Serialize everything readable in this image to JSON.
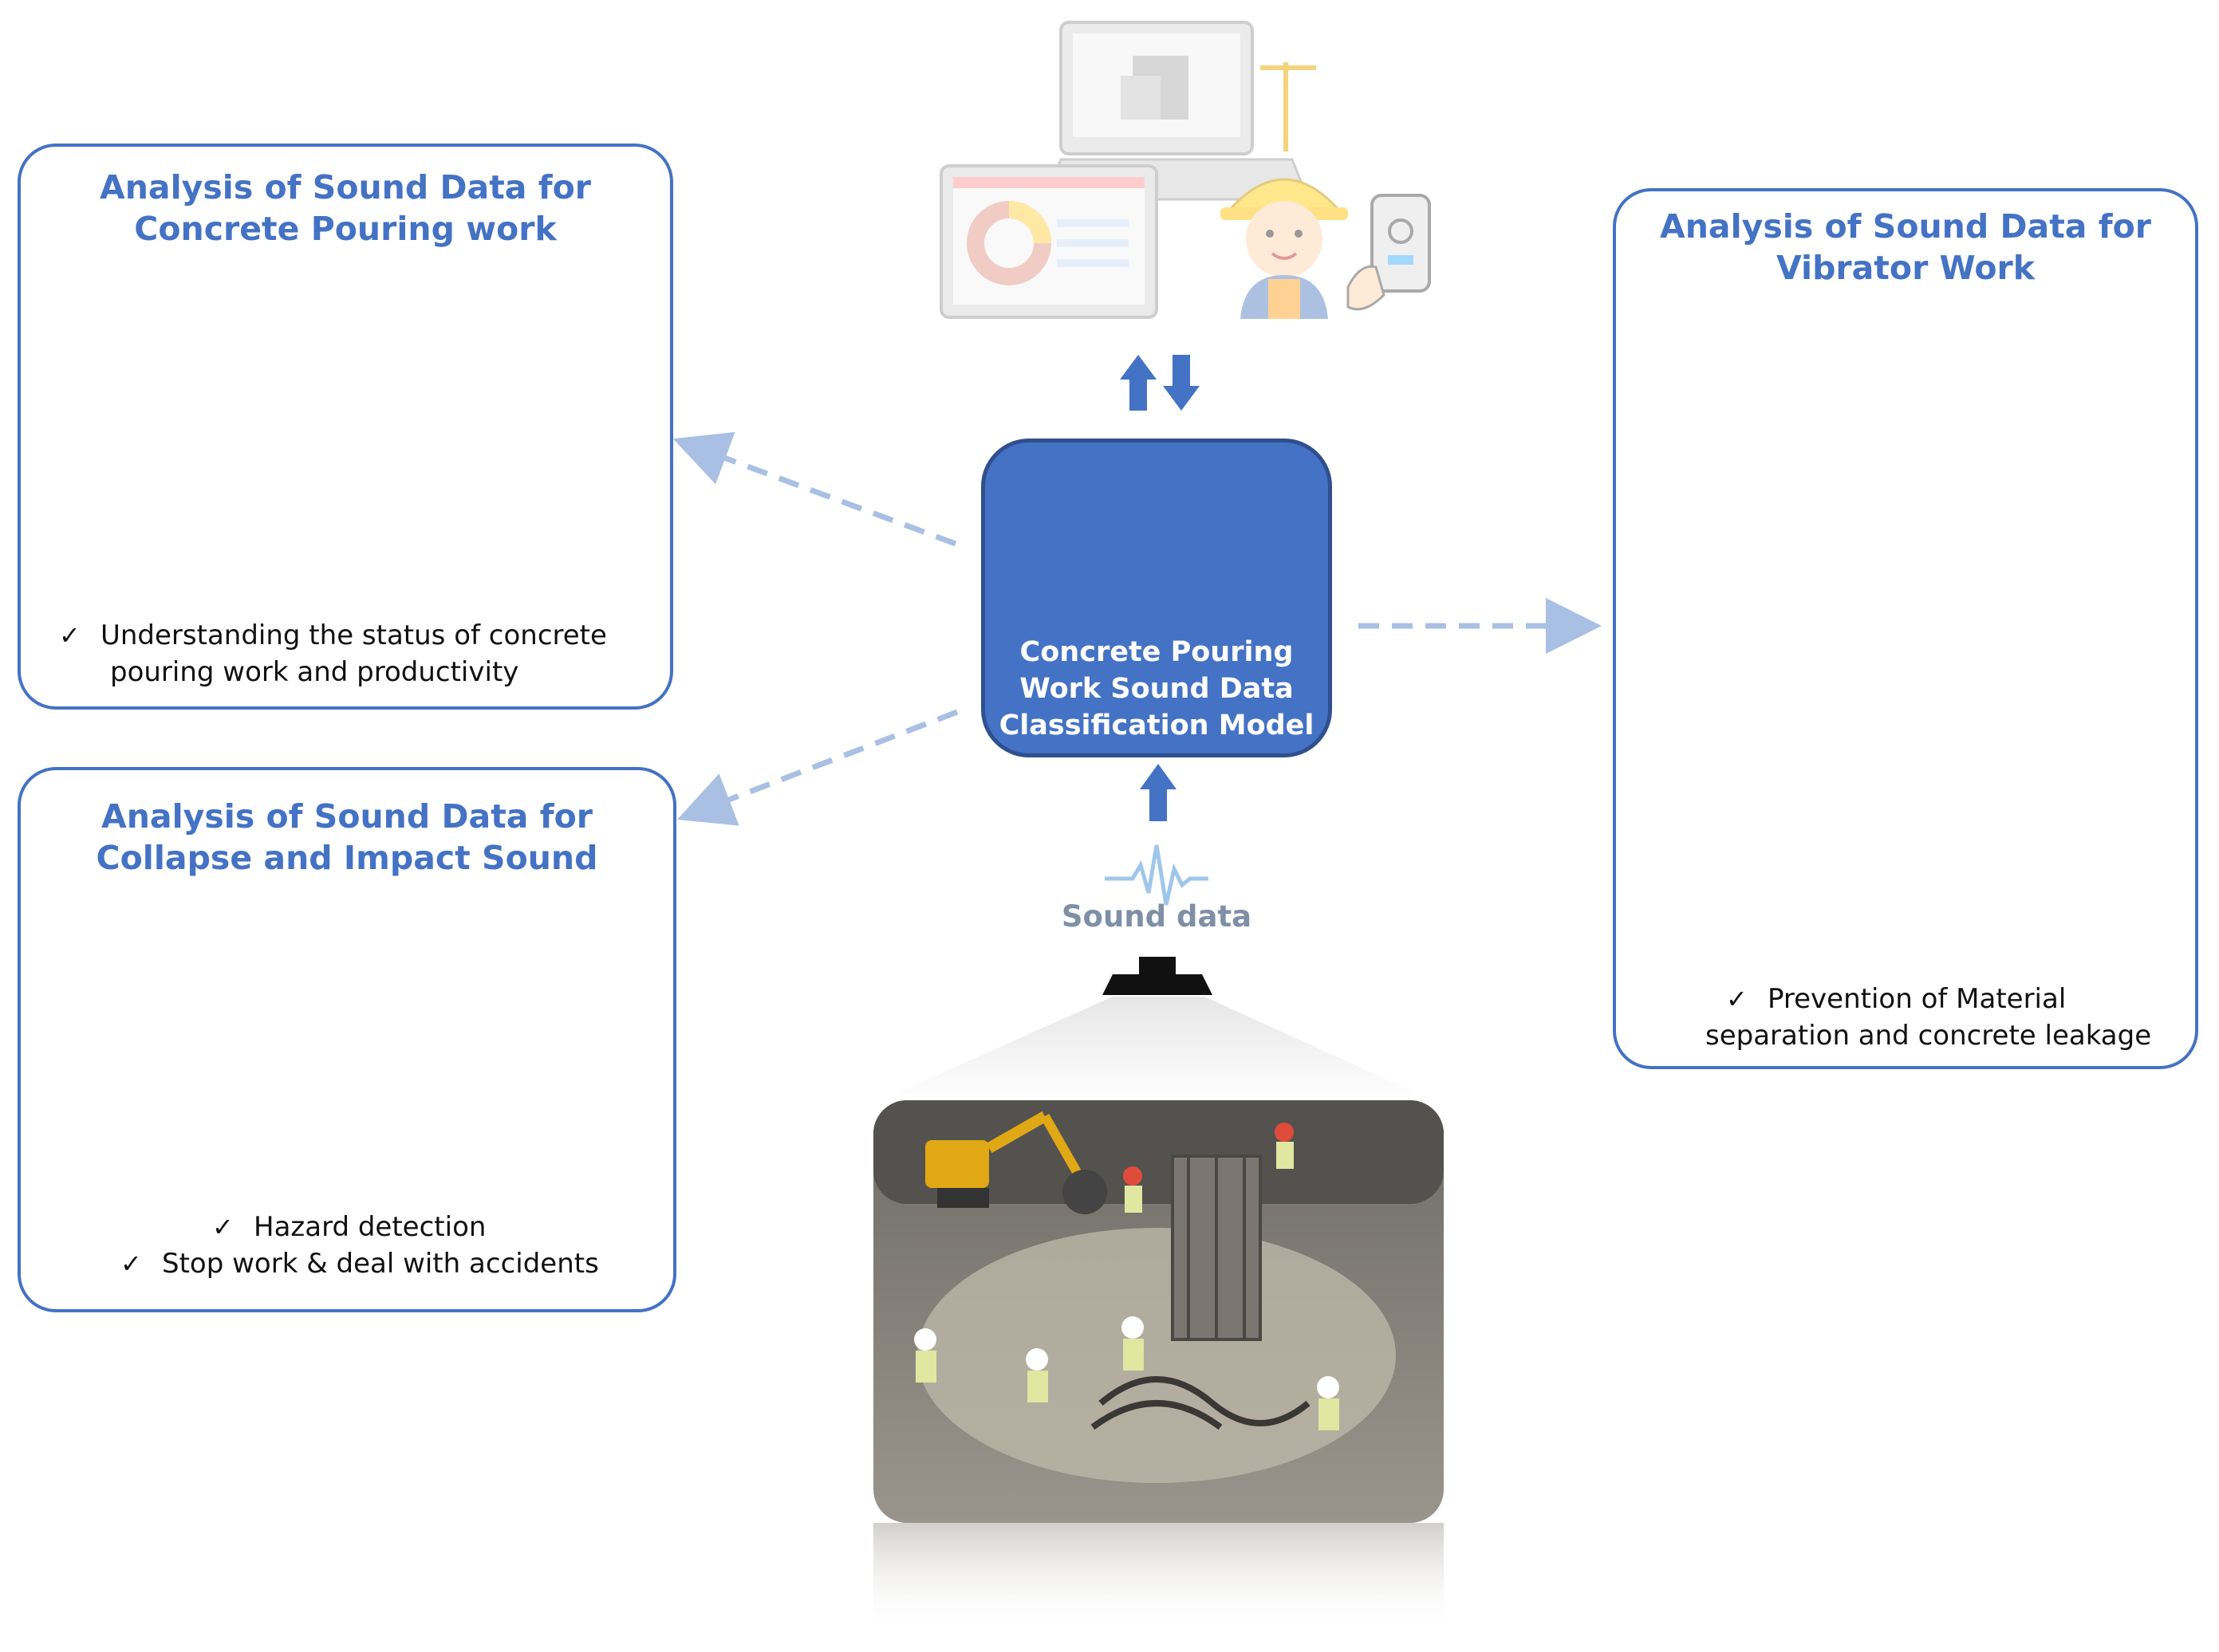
{
  "cards": {
    "pouring": {
      "title_line1": "Analysis of Sound Data for",
      "title_line2": "Concrete Pouring work",
      "bullet1_line1": "Understanding the status of concrete",
      "bullet1_line2": "pouring work and productivity"
    },
    "collapse": {
      "title_line1": "Analysis of Sound Data for",
      "title_line2": "Collapse and Impact Sound",
      "bullet1": "Hazard detection",
      "bullet2": "Stop work & deal with accidents"
    },
    "vibrator": {
      "title_line1": "Analysis of Sound Data for",
      "title_line2": "Vibrator Work",
      "bullet1_line1": "Prevention of Material",
      "bullet1_line2": "separation and concrete leakage"
    }
  },
  "model": {
    "line1": "Concrete Pouring",
    "line2": "Work Sound Data",
    "line3": "Classification Model"
  },
  "sound_label": "Sound data",
  "check_mark": "✓",
  "colors": {
    "accent": "#4472c4",
    "dashed_arrow": "#a9bfe3",
    "sound_label": "#7f8fa6"
  },
  "icons": [
    "cloud-server-icon",
    "microphone-sensor-icon",
    "sound-wave-icon",
    "worker-devices-icon",
    "check-icon"
  ]
}
